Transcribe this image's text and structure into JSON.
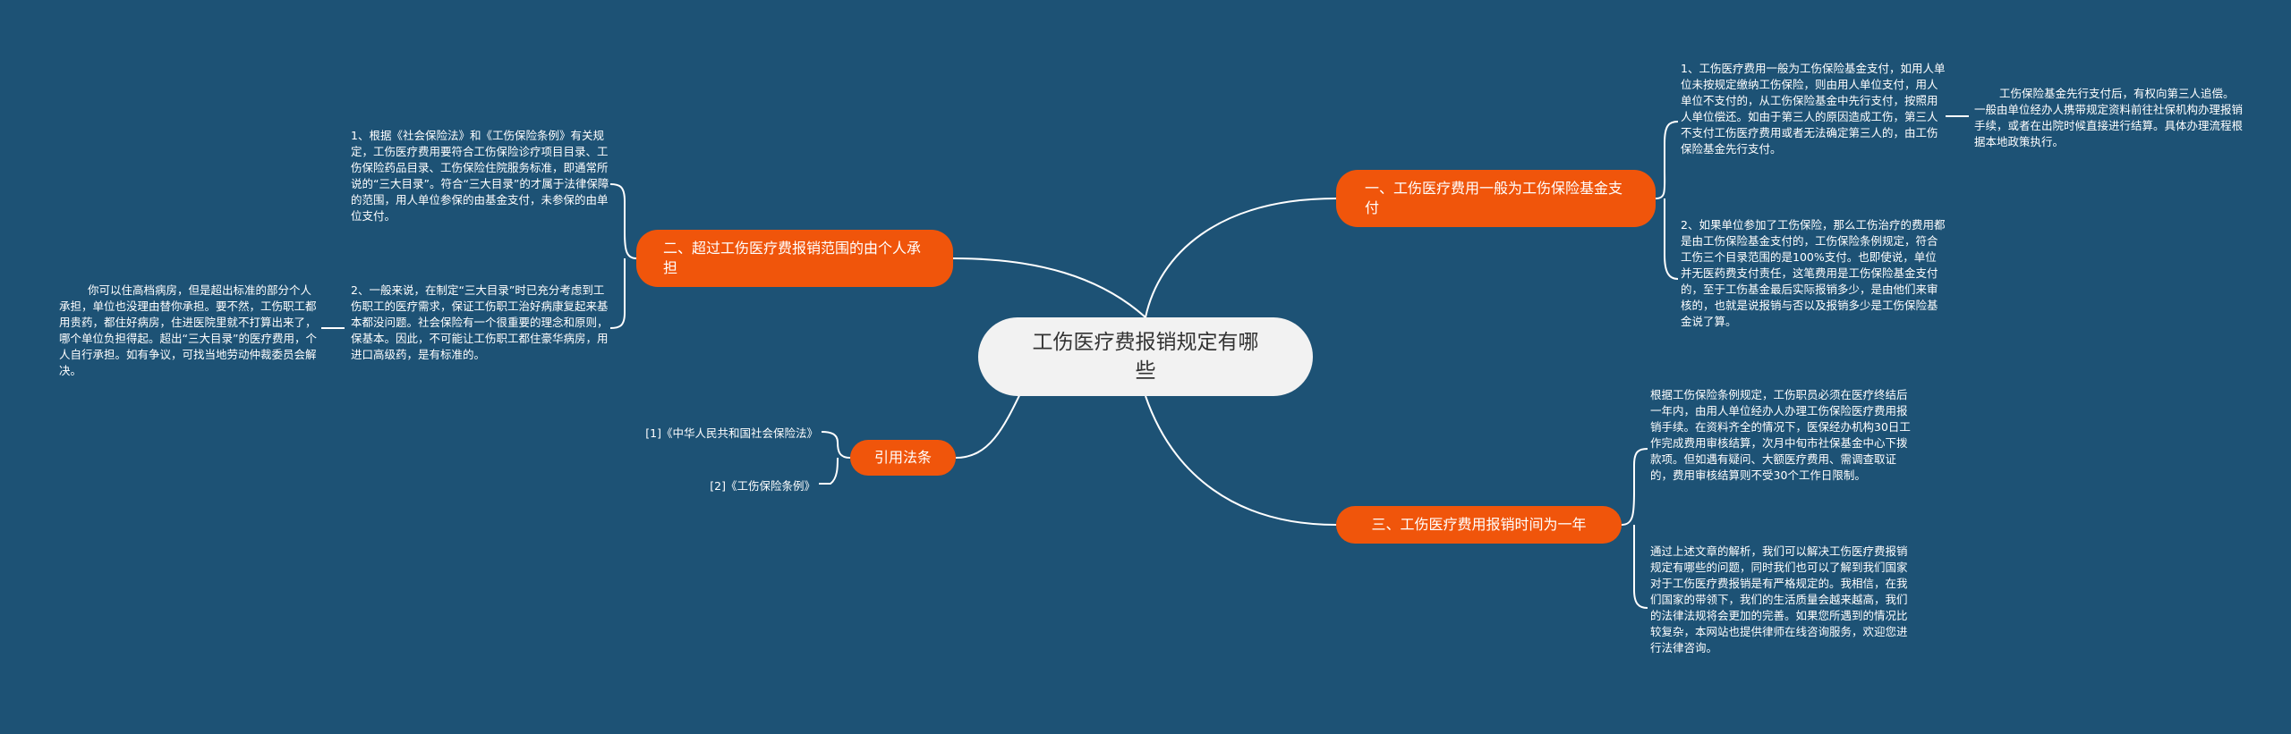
{
  "center": {
    "title": "工伤医疗费报销规定有哪些"
  },
  "branches": [
    {
      "label": "一、工伤医疗费用一般为工伤保险基金支付",
      "leaves": [
        "1、工伤医疗费用一般为工伤保险基金支付，如用人单位未按规定缴纳工伤保险，则由用人单位支付，用人单位不支付的，从工伤保险基金中先行支付，按照用人单位偿还。如由于第三人的原因造成工伤，第三人不支付工伤医疗费用或者无法确定第三人的，由工伤保险基金先行支付。",
        "2、如果单位参加了工伤保险，那么工伤治疗的费用都是由工伤保险基金支付的，工伤保险条例规定，符合工伤三个目录范围的是100%支付。也即使说，单位并无医药费支付责任，这笔费用是工伤保险基金支付的，至于工伤基金最后实际报销多少，是由他们来审核的，也就是说报销与否以及报销多少是工伤保险基金说了算。"
      ],
      "subleaf": "工伤保险基金先行支付后，有权向第三人追偿。一般由单位经办人携带规定资料前往社保机构办理报销手续，或者在出院时候直接进行结算。具体办理流程根据本地政策执行。"
    },
    {
      "label": "二、超过工伤医疗费报销范围的由个人承担",
      "leaves": [
        "1、根据《社会保险法》和《工伤保险条例》有关规定，工伤医疗费用要符合工伤保险诊疗项目目录、工伤保险药品目录、工伤保险住院服务标准，即通常所说的“三大目录”。符合“三大目录”的才属于法律保障的范围，用人单位参保的由基金支付，未参保的由单位支付。",
        "2、一般来说，在制定“三大目录”时已充分考虑到工伤职工的医疗需求，保证工伤职工治好病康复起来基本都没问题。社会保险有一个很重要的理念和原则，保基本。因此，不可能让工伤职工都住豪华病房，用进口高级药，是有标准的。"
      ],
      "subleaf": "你可以住高档病房，但是超出标准的部分个人承担，单位也没理由替你承担。要不然，工伤职工都用贵药，都住好病房，住进医院里就不打算出来了，哪个单位负担得起。超出“三大目录”的医疗费用，个人自行承担。如有争议，可找当地劳动仲裁委员会解决。"
    },
    {
      "label": "引用法条",
      "refs": [
        "[1]《中华人民共和国社会保险法》",
        "[2]《工伤保险条例》"
      ]
    },
    {
      "label": "三、工伤医疗费用报销时间为一年",
      "leaves": [
        "根据工伤保险条例规定，工伤职员必须在医疗终结后一年内，由用人单位经办人办理工伤保险医疗费用报销手续。在资料齐全的情况下，医保经办机构30日工作完成费用审核结算，次月中旬市社保基金中心下拨款项。但如遇有疑问、大额医疗费用、需调查取证的，费用审核结算则不受30个工作日限制。",
        "通过上述文章的解析，我们可以解决工伤医疗费报销规定有哪些的问题，同时我们也可以了解到我们国家对于工伤医疗费报销是有严格规定的。我相信，在我们国家的带领下，我们的生活质量会越来越高，我们的法律法规将会更加的完善。如果您所遇到的情况比较复杂，本网站也提供律师在线咨询服务，欢迎您进行法律咨询。"
      ]
    }
  ]
}
